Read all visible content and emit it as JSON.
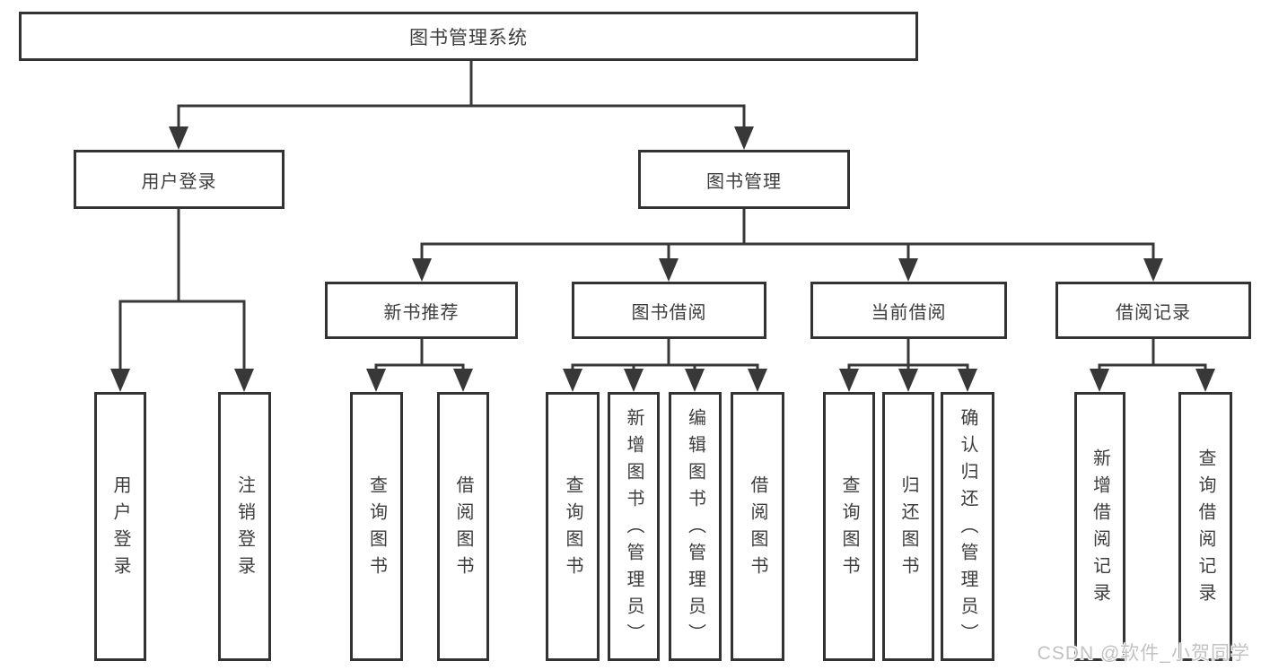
{
  "colors": {
    "line": "#383838",
    "box_border": "#333333",
    "text": "#3d3d3d",
    "background": "#ffffff",
    "watermark": "#c2c2c2"
  },
  "diagram": {
    "root": {
      "label": "图书管理系统"
    },
    "branches": [
      {
        "label": "用户登录",
        "children": [
          "用户登录",
          "注销登录"
        ]
      },
      {
        "label": "图书管理",
        "sections": [
          {
            "label": "新书推荐",
            "children": [
              "查询图书",
              "借阅图书"
            ]
          },
          {
            "label": "图书借阅",
            "children": [
              "查询图书",
              "新增图书（管理员）",
              "编辑图书（管理员）",
              "借阅图书"
            ]
          },
          {
            "label": "当前借阅",
            "children": [
              "查询图书",
              "归还图书",
              "确认归还（管理员）"
            ]
          },
          {
            "label": "借阅记录",
            "children": [
              "新增借阅记录",
              "查询借阅记录"
            ]
          }
        ]
      }
    ]
  },
  "watermark": {
    "text": "CSDN @软件_小贺同学"
  }
}
